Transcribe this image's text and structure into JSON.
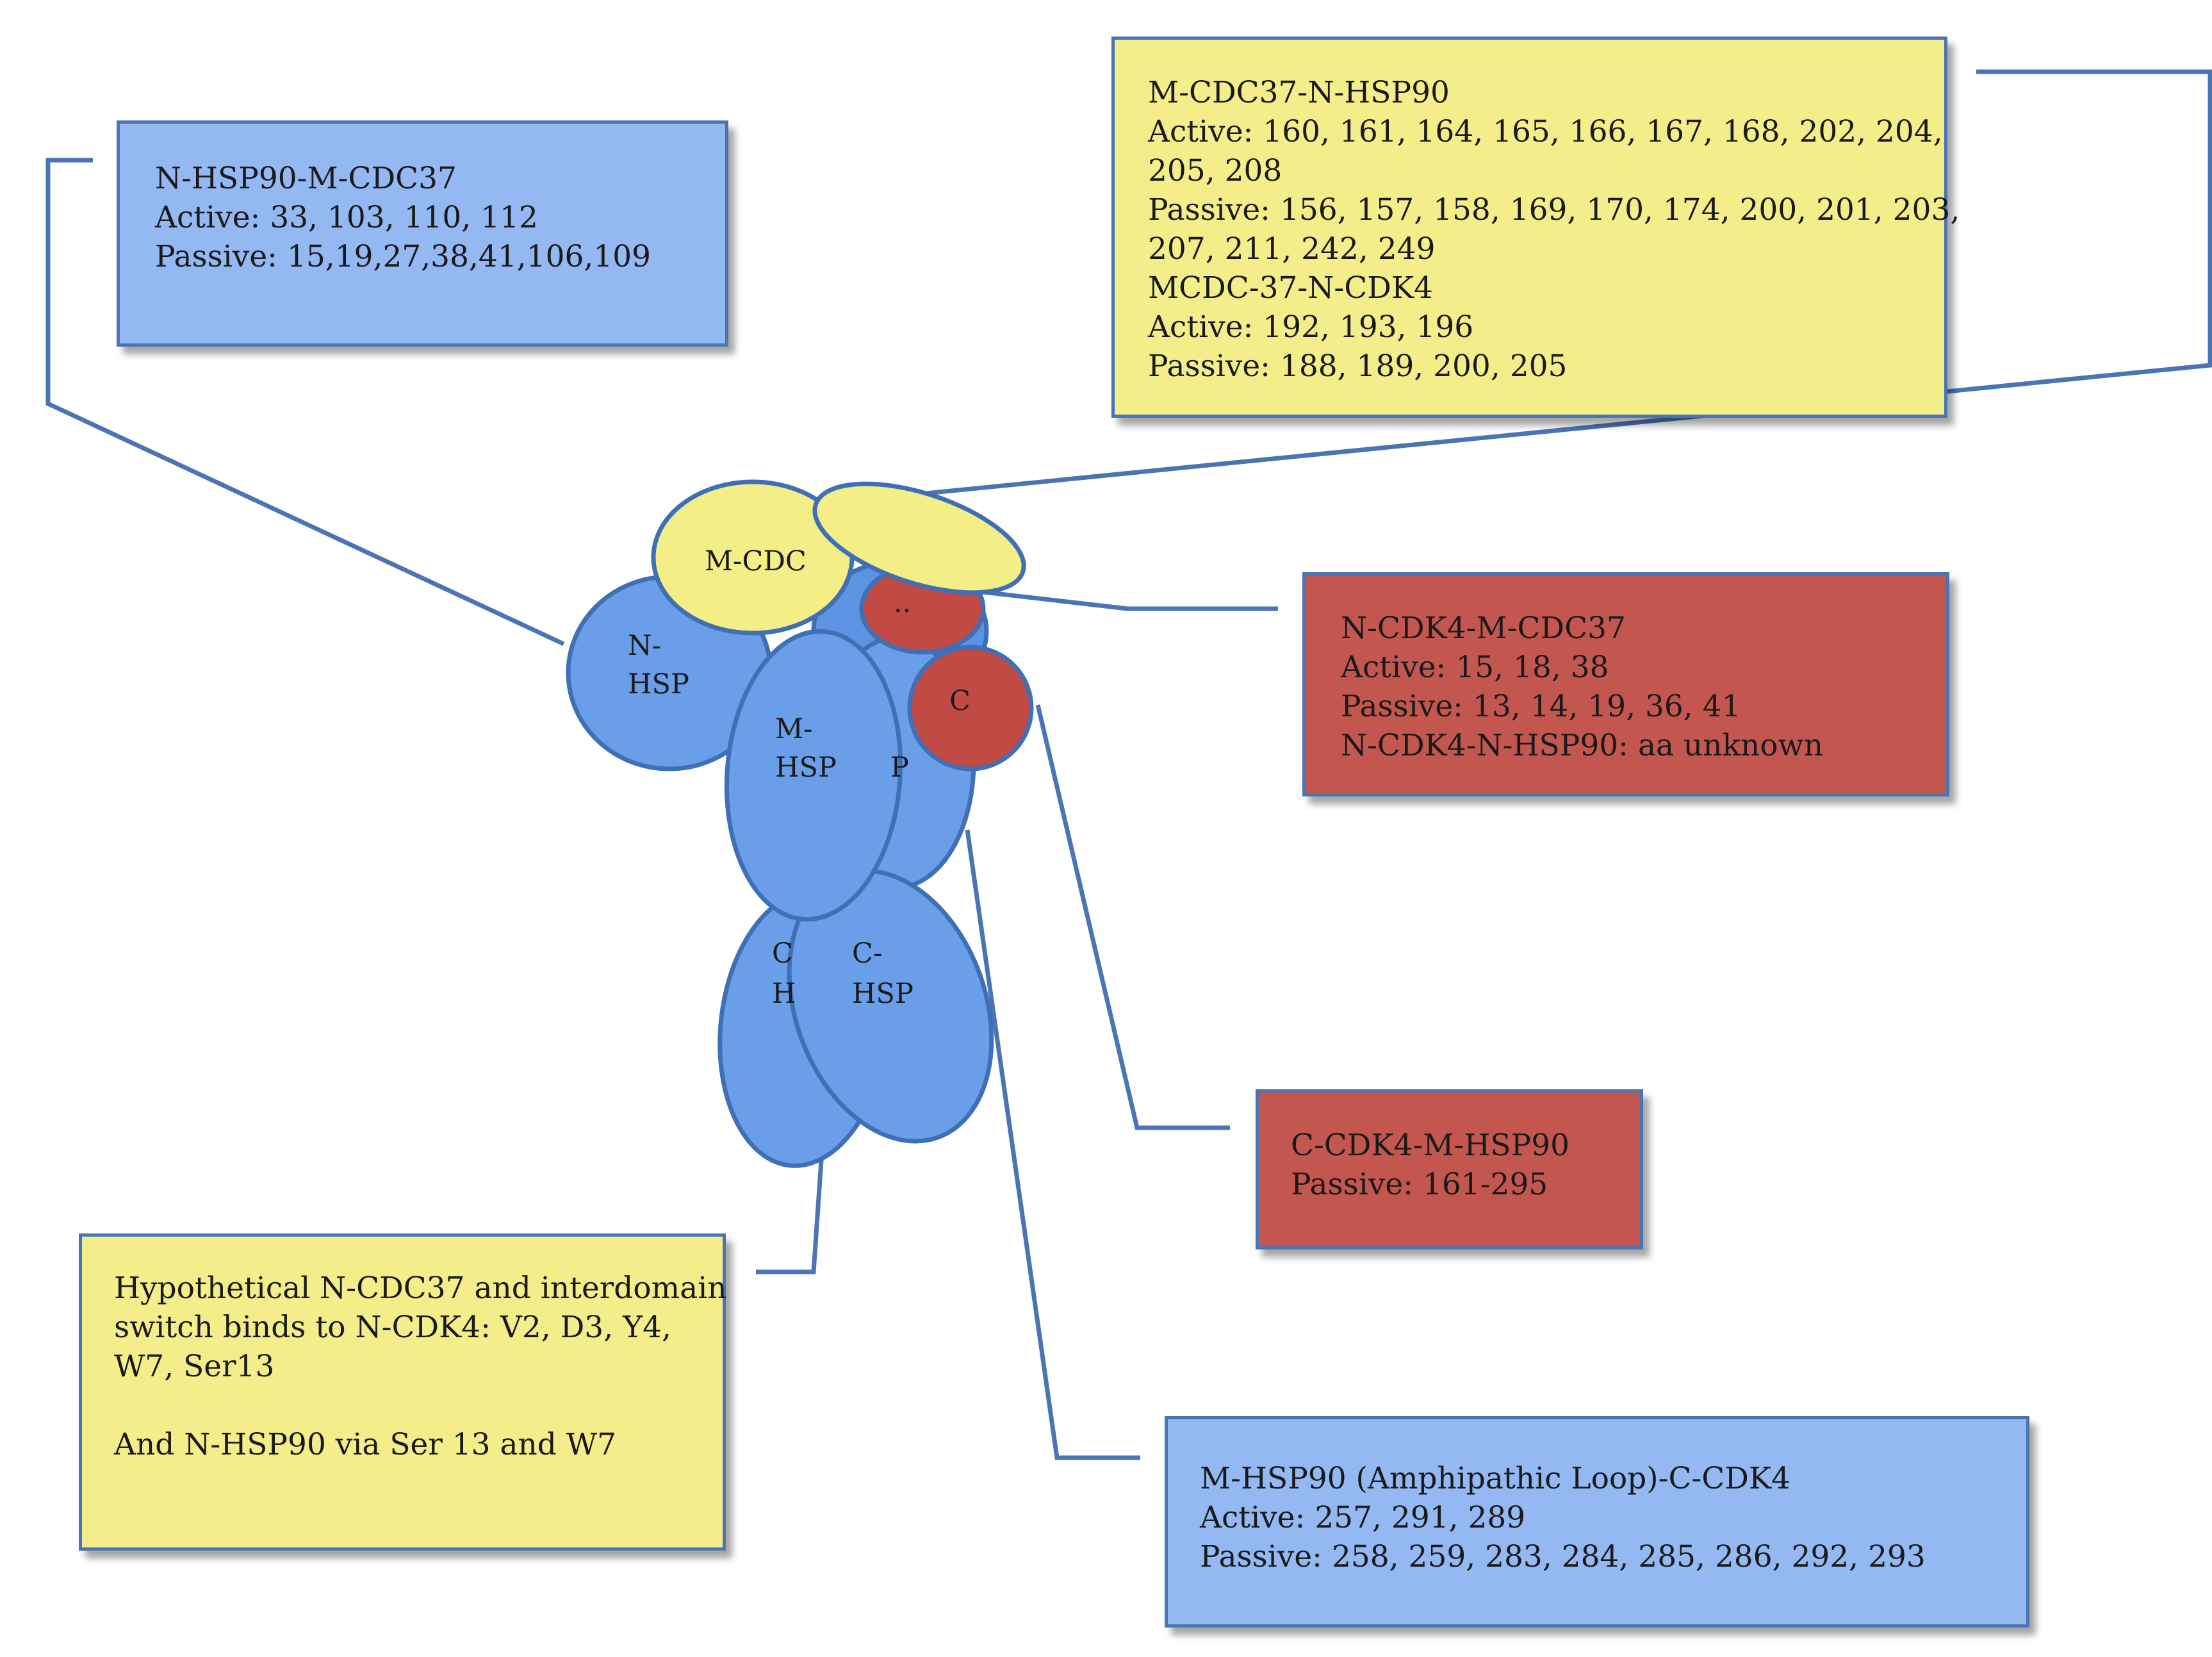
{
  "domains": {
    "m_cdc": "M-CDC",
    "n_hsp": [
      "N-",
      "HSP"
    ],
    "m_hsp": [
      "M-",
      "HSP"
    ],
    "c_hsp": [
      "C-",
      "HSP"
    ],
    "c_cdk": "C",
    "n_cdk_partial": "..",
    "m_hsp_back_partial": "P",
    "c_hsp_back_partial": [
      "C",
      "H"
    ]
  },
  "boxes": {
    "n_hsp90_m_cdc37": {
      "lines": [
        "N-HSP90-M-CDC37",
        "Active: 33, 103, 110, 112",
        "Passive: 15,19,27,38,41,106,109"
      ]
    },
    "m_cdc37_n_hsp90": {
      "lines": [
        "M-CDC37-N-HSP90",
        "Active: 160, 161, 164, 165, 166, 167, 168, 202, 204,",
        "205, 208",
        "Passive: 156, 157, 158, 169, 170, 174, 200, 201, 203,",
        "207, 211, 242, 249",
        "MCDC-37-N-CDK4",
        "Active: 192, 193, 196",
        "Passive: 188, 189, 200, 205"
      ]
    },
    "n_cdk4_m_cdc37": {
      "lines": [
        "N-CDK4-M-CDC37",
        "Active: 15, 18, 38",
        "Passive: 13, 14, 19, 36, 41",
        "N-CDK4-N-HSP90: aa unknown"
      ]
    },
    "c_cdk4_m_hsp90": {
      "lines": [
        "C-CDK4-M-HSP90",
        "Passive: 161-295"
      ]
    },
    "hypothetical": {
      "lines": [
        "Hypothetical N-CDC37 and interdomain",
        "switch binds to N-CDK4: V2, D3, Y4,",
        "W7, Ser13"
      ],
      "line2": "And N-HSP90 via Ser 13 and W7"
    },
    "m_hsp90_loop_c_cdk4": {
      "lines": [
        "M-HSP90 (Amphipathic Loop)-C-CDK4",
        "Active: 257, 291, 289",
        "Passive: 258, 259, 283, 284, 285, 286, 292, 293"
      ]
    }
  },
  "colors": {
    "blue_box": "#94b8f2",
    "yellow_box": "#f3ee8a",
    "red_box": "#c3574f",
    "hsp_domain": "#6b9ee8",
    "cdk_domain": "#c24a44",
    "cdc_domain": "#f4ee86",
    "line": "#4a74b4"
  }
}
